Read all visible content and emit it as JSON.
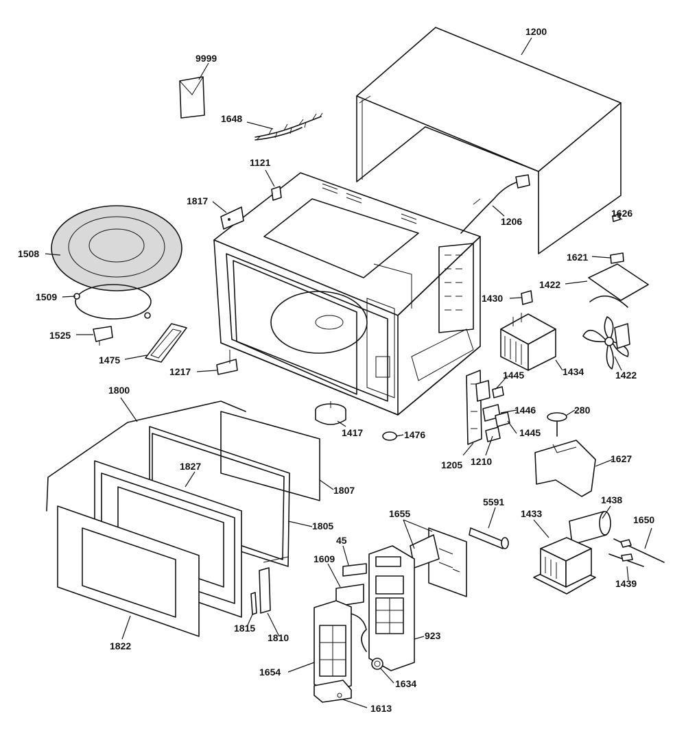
{
  "labels": {
    "l9999": "9999",
    "l1200": "1200",
    "l1648": "1648",
    "l1121": "1121",
    "l1817": "1817",
    "l1206": "1206",
    "l1626": "1626",
    "l1508": "1508",
    "l1621": "1621",
    "l1422a": "1422",
    "l1509": "1509",
    "l1430": "1430",
    "l1525": "1525",
    "l1475": "1475",
    "l1217": "1217",
    "l1445a": "1445",
    "l1434": "1434",
    "l1422b": "1422",
    "l1800": "1800",
    "l1446": "1446",
    "l280": "280",
    "l1417": "1417",
    "l1476": "1476",
    "l1445b": "1445",
    "l1205": "1205",
    "l1210": "1210",
    "l1627": "1627",
    "l1827": "1827",
    "l1807": "1807",
    "l1438": "1438",
    "l5591": "5591",
    "l1433": "1433",
    "l1655": "1655",
    "l1650": "1650",
    "l1805": "1805",
    "l45": "45",
    "l1609": "1609",
    "l1439": "1439",
    "l1815": "1815",
    "l1810": "1810",
    "l923": "923",
    "l1822": "1822",
    "l1654": "1654",
    "l1634": "1634",
    "l1613": "1613"
  }
}
